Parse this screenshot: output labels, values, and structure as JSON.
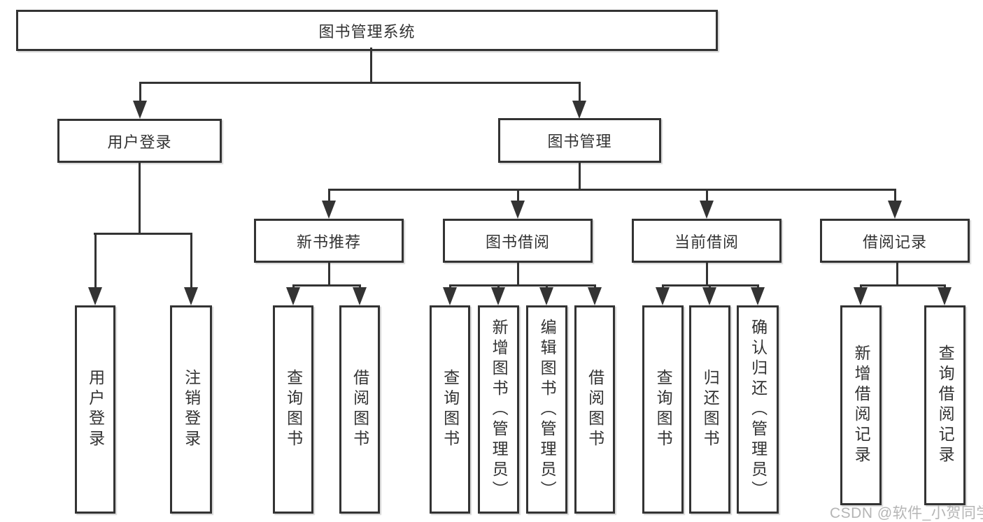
{
  "tree": {
    "root": {
      "label": "图书管理系统"
    },
    "branches": [
      {
        "label": "用户登录",
        "children": [
          "用户登录",
          "注销登录"
        ]
      },
      {
        "label": "图书管理",
        "sections": [
          {
            "label": "新书推荐",
            "children": [
              "查询图书",
              "借阅图书"
            ]
          },
          {
            "label": "图书借阅",
            "children": [
              "查询图书",
              "新增图书（管理员）",
              "编辑图书（管理员）",
              "借阅图书"
            ]
          },
          {
            "label": "当前借阅",
            "children": [
              "查询图书",
              "归还图书",
              "确认归还（管理员）"
            ]
          },
          {
            "label": "借阅记录",
            "children": [
              "新增借阅记录",
              "查询借阅记录"
            ]
          }
        ]
      }
    ]
  },
  "watermark": {
    "text": "CSDN @软件_小贺同学"
  },
  "colors": {
    "line": "#333333",
    "box_border": "#333333",
    "text": "#333333",
    "watermark": "#b5b5b5",
    "background": "#ffffff"
  }
}
